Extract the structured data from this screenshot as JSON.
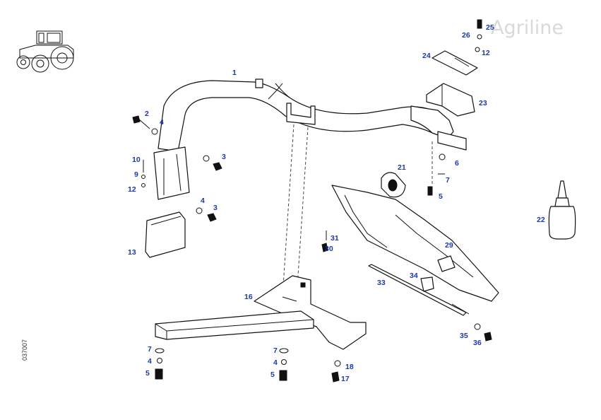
{
  "watermark": "Agriline",
  "drawing_code": "037007",
  "callouts": [
    {
      "id": "c1",
      "text": "1"
    },
    {
      "id": "c2",
      "text": "2"
    },
    {
      "id": "c4a",
      "text": "4"
    },
    {
      "id": "c3a",
      "text": "3"
    },
    {
      "id": "c10",
      "text": "10"
    },
    {
      "id": "c9",
      "text": "9"
    },
    {
      "id": "c12a",
      "text": "12"
    },
    {
      "id": "c4b",
      "text": "4"
    },
    {
      "id": "c3b",
      "text": "3"
    },
    {
      "id": "c13",
      "text": "13"
    },
    {
      "id": "c16",
      "text": "16"
    },
    {
      "id": "c25",
      "text": "25"
    },
    {
      "id": "c26",
      "text": "26"
    },
    {
      "id": "c12b",
      "text": "12"
    },
    {
      "id": "c24",
      "text": "24"
    },
    {
      "id": "c23",
      "text": "23"
    },
    {
      "id": "c6",
      "text": "6"
    },
    {
      "id": "c7a",
      "text": "7"
    },
    {
      "id": "c5a",
      "text": "5"
    },
    {
      "id": "c21",
      "text": "21"
    },
    {
      "id": "c22",
      "text": "22"
    },
    {
      "id": "c31",
      "text": "31"
    },
    {
      "id": "c30",
      "text": "30"
    },
    {
      "id": "c29",
      "text": "29"
    },
    {
      "id": "c34",
      "text": "34"
    },
    {
      "id": "c33",
      "text": "33"
    },
    {
      "id": "c35",
      "text": "35"
    },
    {
      "id": "c36",
      "text": "36"
    },
    {
      "id": "c7b",
      "text": "7"
    },
    {
      "id": "c4c",
      "text": "4"
    },
    {
      "id": "c5b",
      "text": "5"
    },
    {
      "id": "c7c",
      "text": "7"
    },
    {
      "id": "c4d",
      "text": "4"
    },
    {
      "id": "c5c",
      "text": "5"
    },
    {
      "id": "c18",
      "text": "18"
    },
    {
      "id": "c17",
      "text": "17"
    }
  ]
}
